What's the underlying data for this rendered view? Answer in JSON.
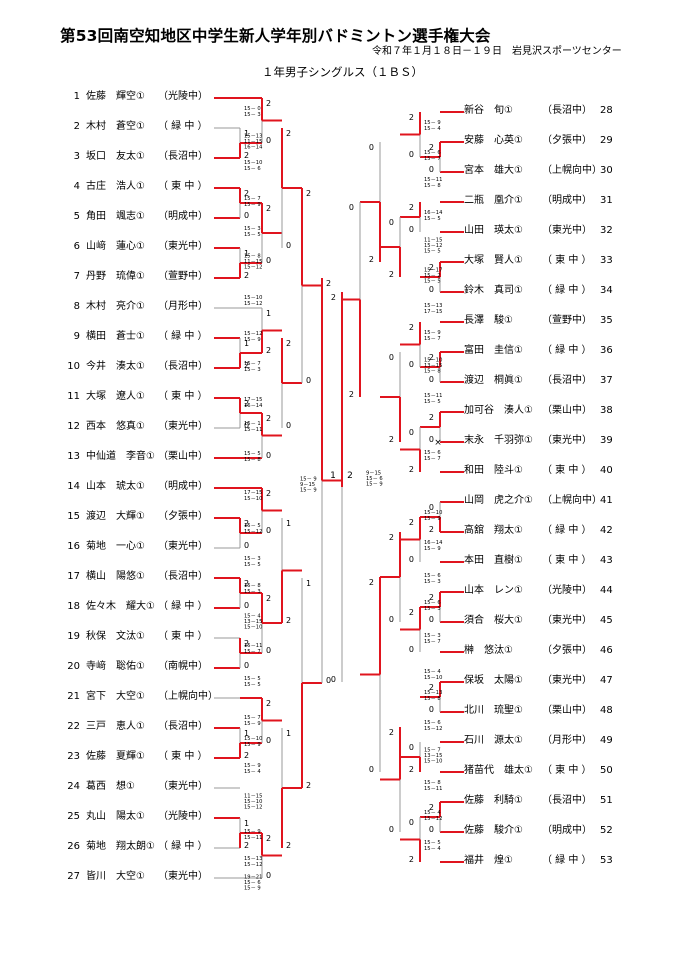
{
  "title": "第53回南空知地区中学生新人学年別バドミントン選手権大会",
  "dateline": "令和７年１月１８日－１９日　岩見沢スポーツセンター",
  "category": "１年男子シングルス（１ＢＳ）",
  "left_players": [
    {
      "no": "1",
      "name": "佐藤　輝空①",
      "school": "（光陵中）"
    },
    {
      "no": "2",
      "name": "木村　蒼空①",
      "school": "（ 緑 中 ）"
    },
    {
      "no": "3",
      "name": "坂口　友太①",
      "school": "（長沼中）"
    },
    {
      "no": "4",
      "name": "古庄　浩人①",
      "school": "（ 東 中 ）"
    },
    {
      "no": "5",
      "name": "角田　颯志①",
      "school": "（明成中）"
    },
    {
      "no": "6",
      "name": "山﨑　蓮心①",
      "school": "（東光中）"
    },
    {
      "no": "7",
      "name": "丹野　琉偉①",
      "school": "（萱野中）"
    },
    {
      "no": "8",
      "name": "木村　亮介①",
      "school": "（月形中）"
    },
    {
      "no": "9",
      "name": "横田　蒼士①",
      "school": "（ 緑 中 ）"
    },
    {
      "no": "10",
      "name": "今井　湊太①",
      "school": "（長沼中）"
    },
    {
      "no": "11",
      "name": "大塚　遼人①",
      "school": "（ 東 中 ）"
    },
    {
      "no": "12",
      "name": "西本　悠真①",
      "school": "（東光中）"
    },
    {
      "no": "13",
      "name": "中仙道　李音①",
      "school": "（栗山中）"
    },
    {
      "no": "14",
      "name": "山本　琥太①",
      "school": "（明成中）"
    },
    {
      "no": "15",
      "name": "渡辺　大輝①",
      "school": "（夕張中）"
    },
    {
      "no": "16",
      "name": "菊地　一心①",
      "school": "（東光中）"
    },
    {
      "no": "17",
      "name": "横山　陽悠①",
      "school": "（長沼中）"
    },
    {
      "no": "18",
      "name": "佐々木　耀大①",
      "school": "（ 緑 中 ）"
    },
    {
      "no": "19",
      "name": "秋保　文汰①",
      "school": "（ 東 中 ）"
    },
    {
      "no": "20",
      "name": "寺﨑　聡佑①",
      "school": "（南幌中）"
    },
    {
      "no": "21",
      "name": "宮下　大空①",
      "school": "（上幌向中）"
    },
    {
      "no": "22",
      "name": "三戸　恵人①",
      "school": "（長沼中）"
    },
    {
      "no": "23",
      "name": "佐藤　夏輝①",
      "school": "（ 東 中 ）"
    },
    {
      "no": "24",
      "name": "葛西　想①",
      "school": "（東光中）"
    },
    {
      "no": "25",
      "name": "丸山　陽太①",
      "school": "（光陵中）"
    },
    {
      "no": "26",
      "name": "菊地　翔太朗①",
      "school": "（ 緑 中 ）"
    },
    {
      "no": "27",
      "name": "皆川　大空①",
      "school": "（東光中）"
    }
  ],
  "right_players": [
    {
      "no": "28",
      "name": "新谷　旬①",
      "school": "（長沼中）"
    },
    {
      "no": "29",
      "name": "安藤　心英①",
      "school": "（夕張中）"
    },
    {
      "no": "30",
      "name": "宮本　雄大①",
      "school": "（上幌向中）"
    },
    {
      "no": "31",
      "name": "二瓶　凰介①",
      "school": "（明成中）"
    },
    {
      "no": "32",
      "name": "山田　瑛太①",
      "school": "（東光中）"
    },
    {
      "no": "33",
      "name": "大塚　賢人①",
      "school": "（ 東 中 ）"
    },
    {
      "no": "34",
      "name": "鈴木　真司①",
      "school": "（ 緑 中 ）"
    },
    {
      "no": "35",
      "name": "長澤　駿①",
      "school": "（萱野中）"
    },
    {
      "no": "36",
      "name": "富田　圭信①",
      "school": "（ 緑 中 ）"
    },
    {
      "no": "37",
      "name": "渡辺　桐眞①",
      "school": "（長沼中）"
    },
    {
      "no": "38",
      "name": "加可谷　湊人①",
      "school": "（栗山中）"
    },
    {
      "no": "39",
      "name": "末永　千羽弥①",
      "school": "（東光中）"
    },
    {
      "no": "40",
      "name": "和田　陸斗①",
      "school": "（ 東 中 ）"
    },
    {
      "no": "41",
      "name": "山岡　虎之介①",
      "school": "（上幌向中）"
    },
    {
      "no": "42",
      "name": "高舘　翔太①",
      "school": "（ 緑 中 ）"
    },
    {
      "no": "43",
      "name": "本田　直樹①",
      "school": "（ 東 中 ）"
    },
    {
      "no": "44",
      "name": "山本　レン①",
      "school": "（光陵中）"
    },
    {
      "no": "45",
      "name": "須合　桜大①",
      "school": "（東光中）"
    },
    {
      "no": "46",
      "name": "榊　悠汰①",
      "school": "（夕張中）"
    },
    {
      "no": "47",
      "name": "保坂　太陽①",
      "school": "（東光中）"
    },
    {
      "no": "48",
      "name": "北川　琉聖①",
      "school": "（栗山中）"
    },
    {
      "no": "49",
      "name": "石川　源太①",
      "school": "（月形中）"
    },
    {
      "no": "50",
      "name": "猪苗代　雄太①",
      "school": "（ 東 中 ）"
    },
    {
      "no": "51",
      "name": "佐藤　利騎①",
      "school": "（長沼中）"
    },
    {
      "no": "52",
      "name": "佐藤　駿介①",
      "school": "（明成中）"
    },
    {
      "no": "53",
      "name": "福井　煌①",
      "school": "（ 緑 中 ）"
    }
  ],
  "left_scores": [
    {
      "t": "15－ 0\n15－ 3",
      "row": 0.5
    },
    {
      "t": "15－13\n11－15\n16－14",
      "row": 1.5
    },
    {
      "t": "15－10\n15－ 6",
      "row": 2.3
    },
    {
      "t": "15－ 7\n15－ 9",
      "row": 3.5
    },
    {
      "t": "15－ 3\n15－ 5",
      "row": 4.5
    },
    {
      "t": "15－ 8\n11－15\n15－12",
      "row": 5.5
    },
    {
      "t": "15－10\n15－12",
      "row": 6.8
    },
    {
      "t": "15－12\n15－ 9",
      "row": 8.0
    },
    {
      "t": "15－ 7\n15－ 3",
      "row": 9.0
    },
    {
      "t": "17－15\n16－14",
      "row": 10.2
    },
    {
      "t": "15－ 1\n15－11",
      "row": 11.0
    },
    {
      "t": "15－ 5\n15－ 8",
      "row": 12.0
    },
    {
      "t": "17－15\n15－10",
      "row": 13.3
    },
    {
      "t": "15－ 5\n15－12",
      "row": 14.4
    },
    {
      "t": "15－ 3\n15－ 5",
      "row": 15.5
    },
    {
      "t": "15－ 8\n15－ 3",
      "row": 16.4
    },
    {
      "t": "15－ 4\n13－15\n15－10",
      "row": 17.5
    },
    {
      "t": "15－11\n15－ 7",
      "row": 18.4
    },
    {
      "t": "15－ 5\n15－ 5",
      "row": 19.5
    },
    {
      "t": "15－ 7\n15－ 9",
      "row": 20.8
    },
    {
      "t": "15－10\n15－ 9",
      "row": 21.5
    },
    {
      "t": "15－ 9\n15－ 4",
      "row": 22.4
    },
    {
      "t": "11－15\n15－10\n15－12",
      "row": 23.5
    },
    {
      "t": "15－ 9\n15－11",
      "row": 24.6
    },
    {
      "t": "15－13\n15－12",
      "row": 25.5
    },
    {
      "t": "19－21\n15－ 6\n15－ 9",
      "row": 26.2
    }
  ],
  "center_scores": [
    {
      "t": "15－ 9\n9－15\n15－ 9",
      "side": "L"
    },
    {
      "t": "9－15\n15－ 6\n15－ 9",
      "side": "R"
    }
  ],
  "right_scores": [
    {
      "t": "15－ 9\n15－ 4",
      "row": 0.5
    },
    {
      "t": "15－ 6\n15－ 7",
      "row": 1.5
    },
    {
      "t": "15－11\n15－ 8",
      "row": 2.4
    },
    {
      "t": "16－14\n15－ 5",
      "row": 3.5
    },
    {
      "t": "11－15\n15－12\n15－ 5",
      "row": 4.5
    },
    {
      "t": "15－17\n15－ 2\n15－ 5",
      "row": 5.5
    },
    {
      "t": "15－13\n17－15",
      "row": 6.6
    },
    {
      "t": "15－ 9\n15－ 7",
      "row": 7.5
    },
    {
      "t": "15－10\n13－15\n15－ 8",
      "row": 8.5
    },
    {
      "t": "15－11\n15－ 5",
      "row": 9.6
    },
    {
      "t": "15－ 6\n15－ 7",
      "row": 11.5
    },
    {
      "t": "15－10\n15－ 9",
      "row": 13.5
    },
    {
      "t": "16－14\n15－ 9",
      "row": 14.5
    },
    {
      "t": "15－ 6\n15－ 3",
      "row": 15.6
    },
    {
      "t": "15－ 6\n15－ 3",
      "row": 16.5
    },
    {
      "t": "15－ 3\n15－ 7",
      "row": 17.6
    },
    {
      "t": "15－ 4\n15－10",
      "row": 18.8
    },
    {
      "t": "15－13\n15－ 8",
      "row": 19.5
    },
    {
      "t": "15－ 6\n15－12",
      "row": 20.5
    },
    {
      "t": "15－ 7\n13－15\n15－10",
      "row": 21.5
    },
    {
      "t": "15－ 8\n15－11",
      "row": 22.5
    },
    {
      "t": "15－ 4\n15－12",
      "row": 23.5
    },
    {
      "t": "15－ 5\n15－ 4",
      "row": 24.5
    }
  ]
}
